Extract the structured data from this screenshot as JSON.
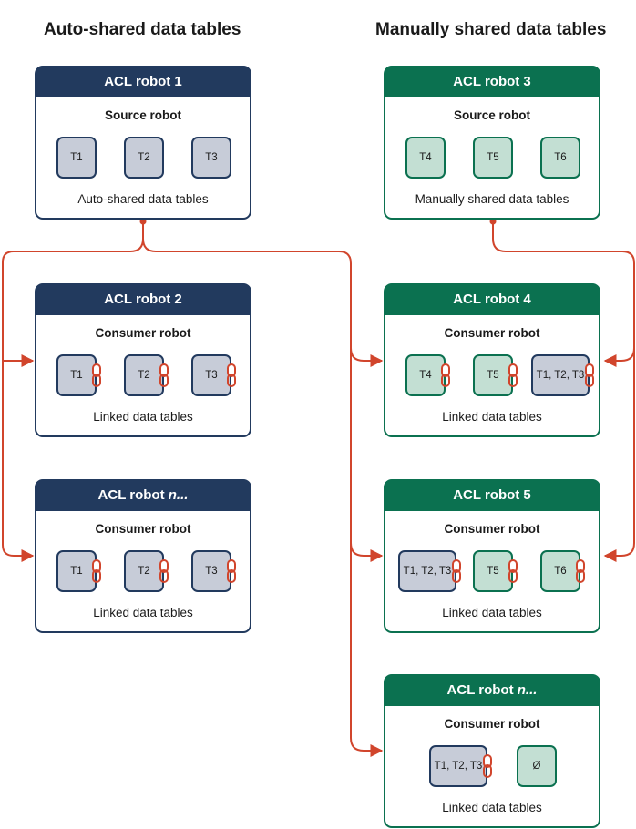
{
  "sections": {
    "auto_title": "Auto-shared data tables",
    "manual_title": "Manually shared data tables"
  },
  "colors": {
    "navy": "#223a5e",
    "green": "#0b7150",
    "arrow": "#d1452c",
    "gray_fill": "#c7ccd8",
    "green_fill": "#c3dfd3"
  },
  "cards": {
    "acl1": {
      "title": "ACL robot 1",
      "role": "Source robot",
      "caption": "Auto-shared data tables",
      "tables": [
        "T1",
        "T2",
        "T3"
      ]
    },
    "acl2": {
      "title": "ACL robot 2",
      "role": "Consumer robot",
      "caption": "Linked data tables",
      "tables": [
        "T1",
        "T2",
        "T3"
      ]
    },
    "acln_left": {
      "title_prefix": "ACL robot ",
      "title_italic": "n...",
      "role": "Consumer robot",
      "caption": "Linked data tables",
      "tables": [
        "T1",
        "T2",
        "T3"
      ]
    },
    "acl3": {
      "title": "ACL robot 3",
      "role": "Source robot",
      "caption": "Manually shared data tables",
      "tables": [
        "T4",
        "T5",
        "T6"
      ]
    },
    "acl4": {
      "title": "ACL robot 4",
      "role": "Consumer robot",
      "caption": "Linked data tables",
      "tables": [
        "T4",
        "T5",
        "T1, T2, T3"
      ]
    },
    "acl5": {
      "title": "ACL robot 5",
      "role": "Consumer robot",
      "caption": "Linked data tables",
      "tables": [
        "T1, T2, T3",
        "T5",
        "T6"
      ]
    },
    "acln_right": {
      "title_prefix": "ACL robot ",
      "title_italic": "n...",
      "role": "Consumer robot",
      "caption": "Linked data tables",
      "tables": [
        "T1, T2, T3",
        "Ø"
      ]
    }
  }
}
